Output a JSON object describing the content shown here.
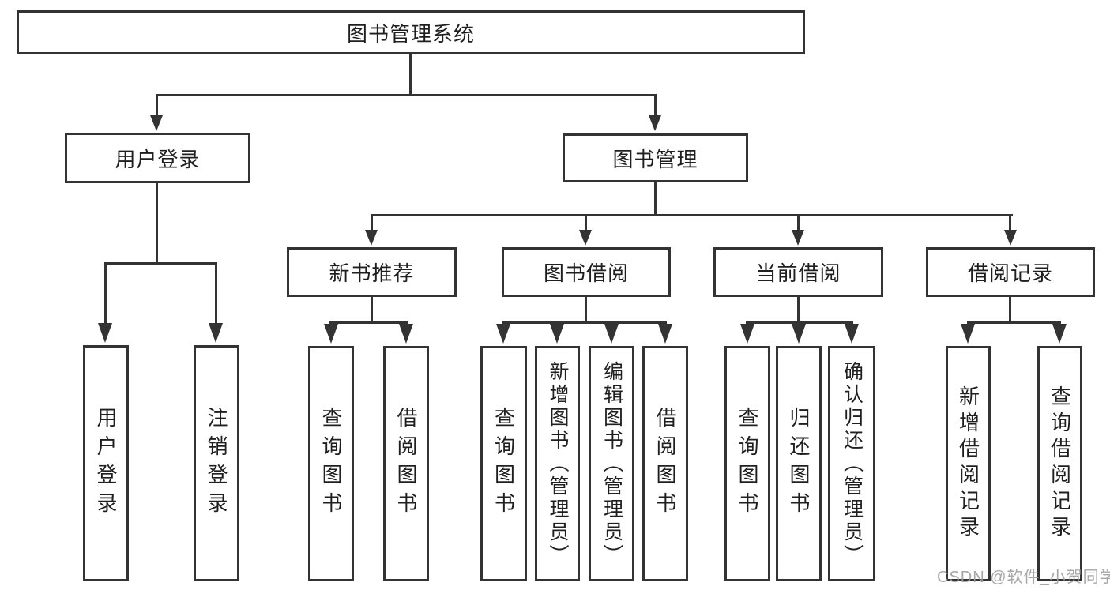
{
  "colors": {
    "line": "#333333",
    "text": "#1f1f1f",
    "background": "#ffffff",
    "watermark": "#9e9e9e"
  },
  "watermark": "CSDN @软件_小贺同学",
  "tree": {
    "root": "图书管理系统",
    "children": [
      {
        "label": "用户登录",
        "children": [
          "用户登录",
          "注销登录"
        ]
      },
      {
        "label": "图书管理",
        "children": [
          {
            "label": "新书推荐",
            "children": [
              "查询图书",
              "借阅图书"
            ]
          },
          {
            "label": "图书借阅",
            "children": [
              "查询图书",
              "新增图书（管理员）",
              "编辑图书（管理员）",
              "借阅图书"
            ]
          },
          {
            "label": "当前借阅",
            "children": [
              "查询图书",
              "归还图书",
              "确认归还（管理员）"
            ]
          },
          {
            "label": "借阅记录",
            "children": [
              "新增借阅记录",
              "查询借阅记录"
            ]
          }
        ]
      }
    ]
  }
}
